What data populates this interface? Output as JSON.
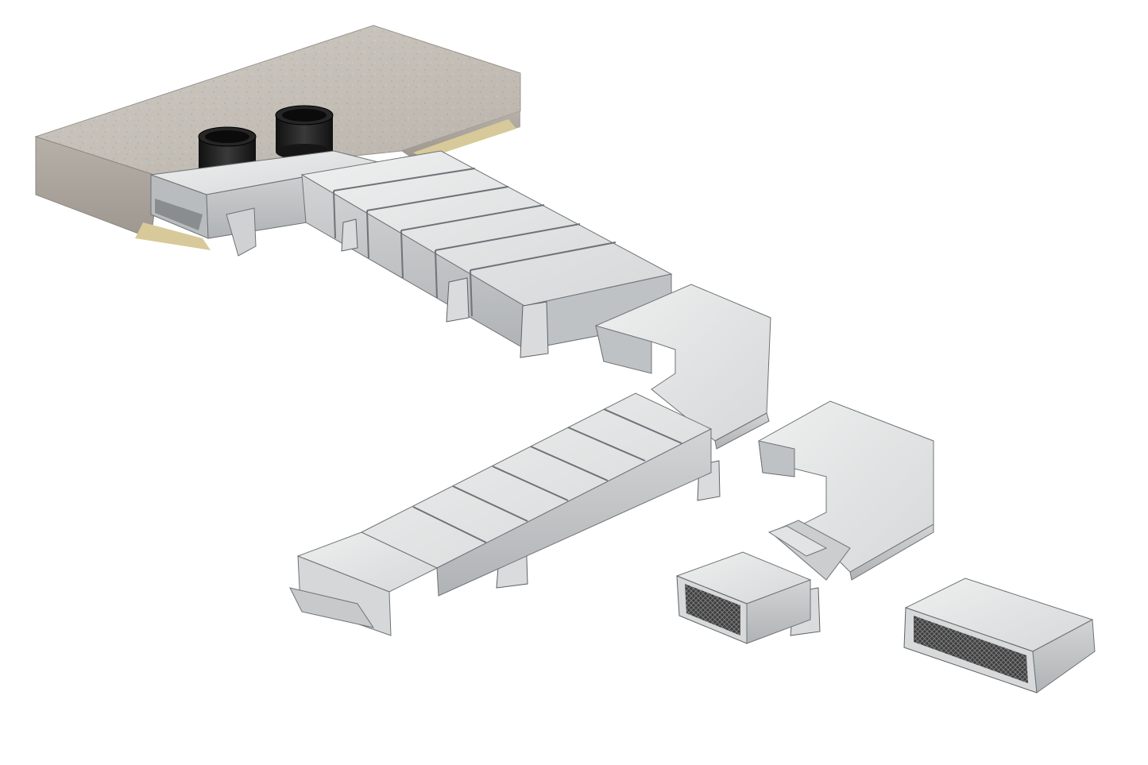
{
  "scene": {
    "background_color": "#ffffff",
    "colors": {
      "duct_top": "#e4e5e5",
      "duct_side": "#c9cbcc",
      "duct_front": "#b3b6b8",
      "duct_edge": "#6f7376",
      "concrete_top": "#c7c2bb",
      "concrete_side": "#a8a39b",
      "insulation": "#d8c99a",
      "collar": "#1f1f1f",
      "grille_mesh": "#4a4a4a"
    },
    "objects": [
      "concrete-floor-slab",
      "round-duct-connector-collar",
      "round-duct-connector-collar",
      "floor-outlet-box",
      "straight-duct-run-upper",
      "duct-support-bracket",
      "duct-corner-bend-upper",
      "straight-duct-run-lower",
      "duct-corner-bend-lower",
      "floor-grille-outlet-lower-left",
      "floor-grille-outlet-middle",
      "floor-grille-outlet-right"
    ]
  }
}
